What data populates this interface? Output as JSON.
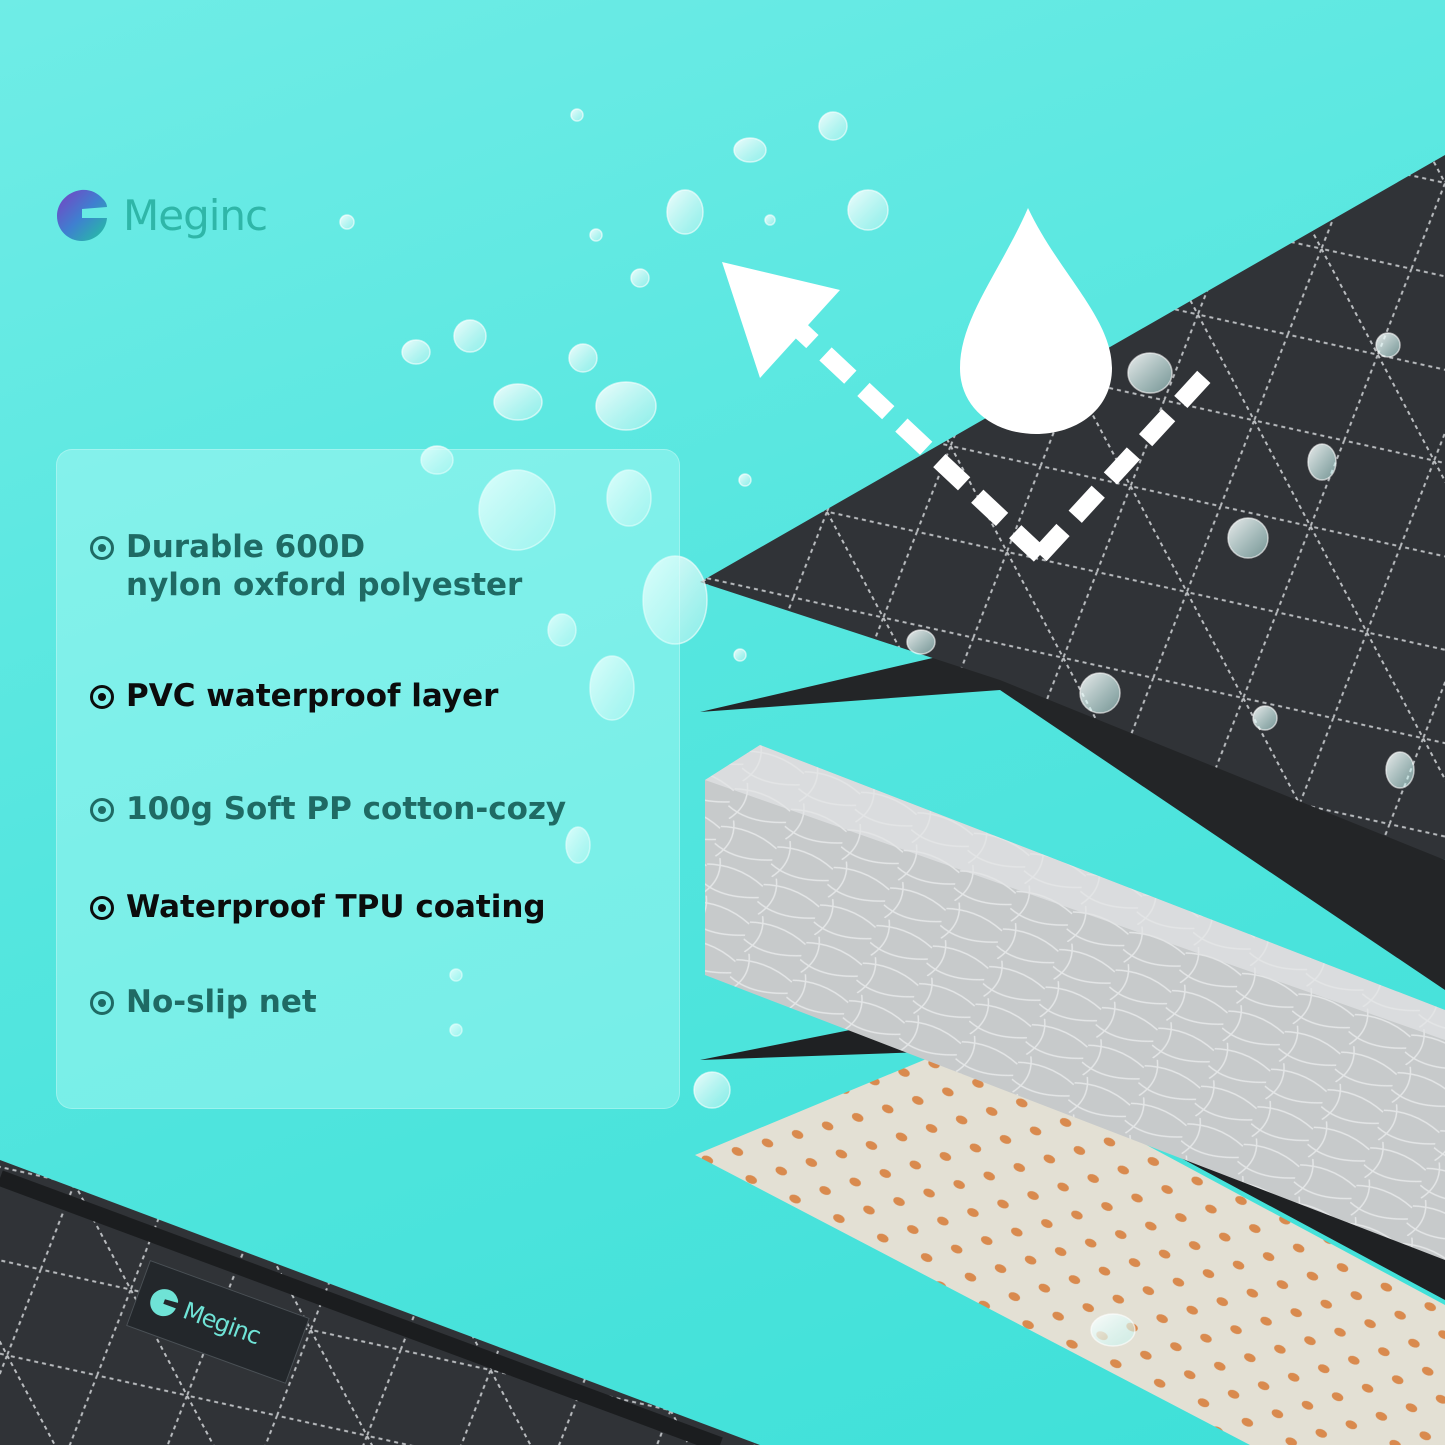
{
  "brand": {
    "name": "Meginc",
    "logo_icon": "meginc-logo-icon"
  },
  "features": [
    {
      "text": "Durable 600D\nnylon oxford polyester"
    },
    {
      "text": "PVC waterproof layer"
    },
    {
      "text": "100g Soft PP cotton-cozy"
    },
    {
      "text": "Waterproof TPU coating"
    },
    {
      "text": "No-slip net"
    }
  ],
  "product_tag": {
    "name": "Meginc"
  },
  "colors": {
    "background": "#55e6df",
    "text_teal": "#1f6a64",
    "text_black": "#0c0c0c",
    "fabric": "#2f3236",
    "foam": "#cfd2d3",
    "dots": "#d98a4e"
  }
}
